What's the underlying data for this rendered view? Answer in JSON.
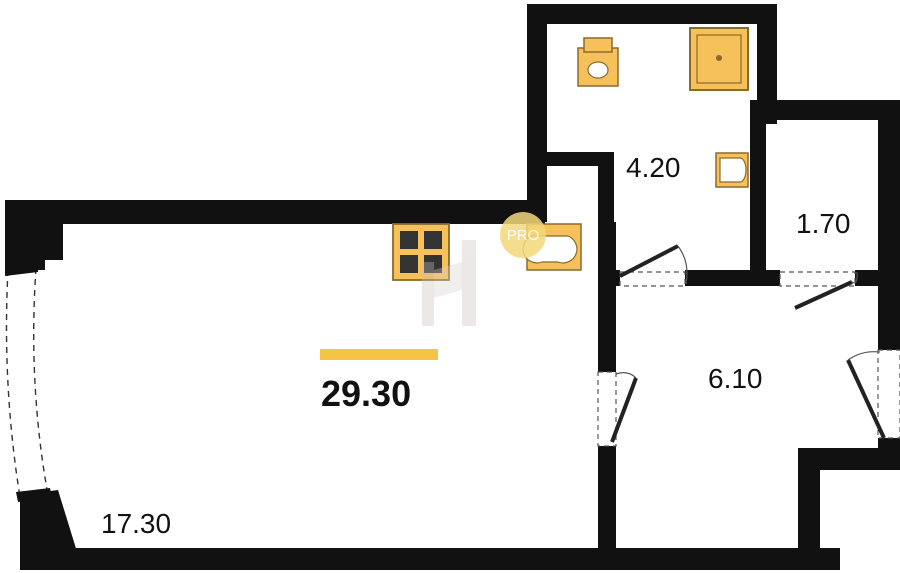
{
  "plan": {
    "total_area": "29.30",
    "rooms": [
      {
        "key": "living",
        "area": "17.30"
      },
      {
        "key": "bathroom",
        "area": "4.20"
      },
      {
        "key": "storage",
        "area": "1.70"
      },
      {
        "key": "hallway",
        "area": "6.10"
      }
    ]
  },
  "watermark": {
    "badge": "PRO"
  },
  "colors": {
    "wall": "#111111",
    "fixture_fill": "#f6c05a",
    "fixture_stroke": "#8a6a2a",
    "accent_bar": "#f6c444",
    "door": "#222222"
  }
}
